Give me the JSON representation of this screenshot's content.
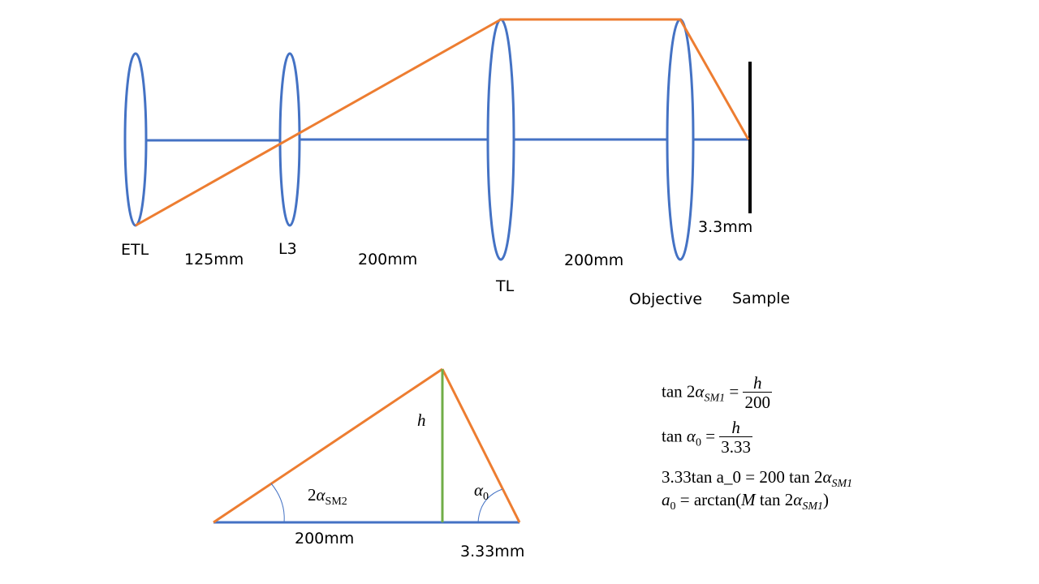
{
  "colors": {
    "lens": "#4472C4",
    "ray": "#ED7D31",
    "axis": "#4472C4",
    "sample_plane": "#000000",
    "height_line": "#70AD47"
  },
  "optics": {
    "elements": [
      "ETL",
      "L3",
      "TL",
      "Objective",
      "Sample"
    ],
    "distances": [
      "125mm",
      "200mm",
      "200mm"
    ],
    "sample_offset": "3.3mm"
  },
  "triangle": {
    "base_left": "200mm",
    "base_right": "3.33mm",
    "height": "h",
    "angle_left_coef": "2",
    "angle_left_symbol": "α",
    "angle_left_sub": "SM2",
    "angle_right_symbol": "α",
    "angle_right_sub": "0"
  },
  "equations": {
    "eq1": {
      "lhs_fn": "tan 2",
      "lhs_sym": "α",
      "lhs_sub": "SM1",
      "eq": " = ",
      "num": "h",
      "den": "200"
    },
    "eq2": {
      "lhs_fn": "tan ",
      "lhs_sym": "α",
      "lhs_sub": "0",
      "eq": " = ",
      "num": "h",
      "den": "3.33"
    },
    "eq3": {
      "text": "3.33tan a_0 = 200 tan 2",
      "sym": "α",
      "sub": "SM1"
    },
    "eq4": {
      "lhs": "a",
      "lhs_sub": "0",
      "mid": " = arctan(",
      "M": "M",
      "rest": " tan 2",
      "sym": "α",
      "sub": "SM1",
      "close": ")"
    }
  }
}
